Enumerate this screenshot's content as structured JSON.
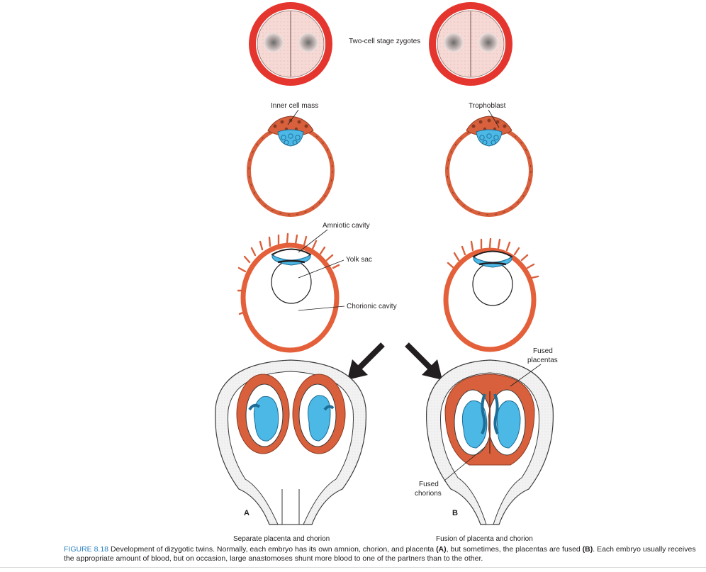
{
  "labels": {
    "zygotes": "Two-cell stage zygotes",
    "inner_cell_mass": "Inner cell mass",
    "trophoblast": "Trophoblast",
    "amniotic_cavity": "Amniotic cavity",
    "yolk_sac": "Yolk sac",
    "chorionic_cavity": "Chorionic cavity",
    "fused_placentas_1": "Fused",
    "fused_placentas_2": "placentas",
    "fused_chorions_1": "Fused",
    "fused_chorions_2": "chorions",
    "panel_a": "A",
    "panel_b": "B",
    "separate": "Separate placenta and chorion",
    "fusion": "Fusion of placenta and chorion"
  },
  "caption": {
    "figure_number": "FIGURE 8.18",
    "part1": " Development of dizygotic twins. Normally, each embryo has its own amnion, chorion, and placenta ",
    "bold_a": "(A)",
    "part2": ", but sometimes, the placentas are fused ",
    "bold_b": "(B)",
    "part3": ". Each embryo usually receives the appropriate amount of blood, but on occasion, large anastomoses shunt more blood to one of the partners than to the other."
  },
  "colors": {
    "zona_red": "#e4362e",
    "cell_pink": "#f6d9d4",
    "trophoblast_orange": "#d9603c",
    "trophoblast_dark": "#8a3a22",
    "embryo_blue": "#4bb8e6",
    "uterus_gray": "#f2f2f2",
    "arrow_black": "#231f20",
    "figure_blue": "#2a7fc0"
  }
}
